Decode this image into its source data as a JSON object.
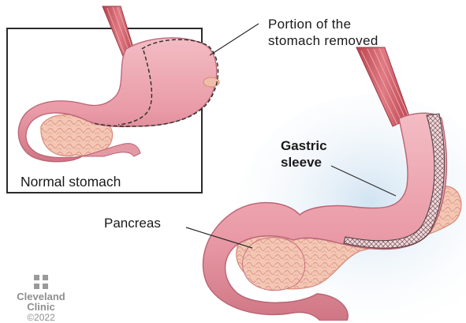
{
  "labels": {
    "removed_line1": "Portion of the",
    "removed_line2": "stomach removed",
    "gastric_line1": "Gastric",
    "gastric_line2": "sleeve",
    "pancreas": "Pancreas",
    "normal": "Normal stomach"
  },
  "logo": {
    "line1": "Cleveland",
    "line2": "Clinic",
    "year": "©2022",
    "icon": "cleveland-clinic-cross-icon"
  },
  "colors": {
    "stomach": "#eba3ad",
    "stomach_dark": "#c9707f",
    "esophagus": "#c8555f",
    "pancreas": "#f3c5b2",
    "pancreas_line": "#d98d7c",
    "background_glow": "#d6e6f2",
    "frame": "#2b2b2b",
    "logo": "#9a9a9a"
  }
}
